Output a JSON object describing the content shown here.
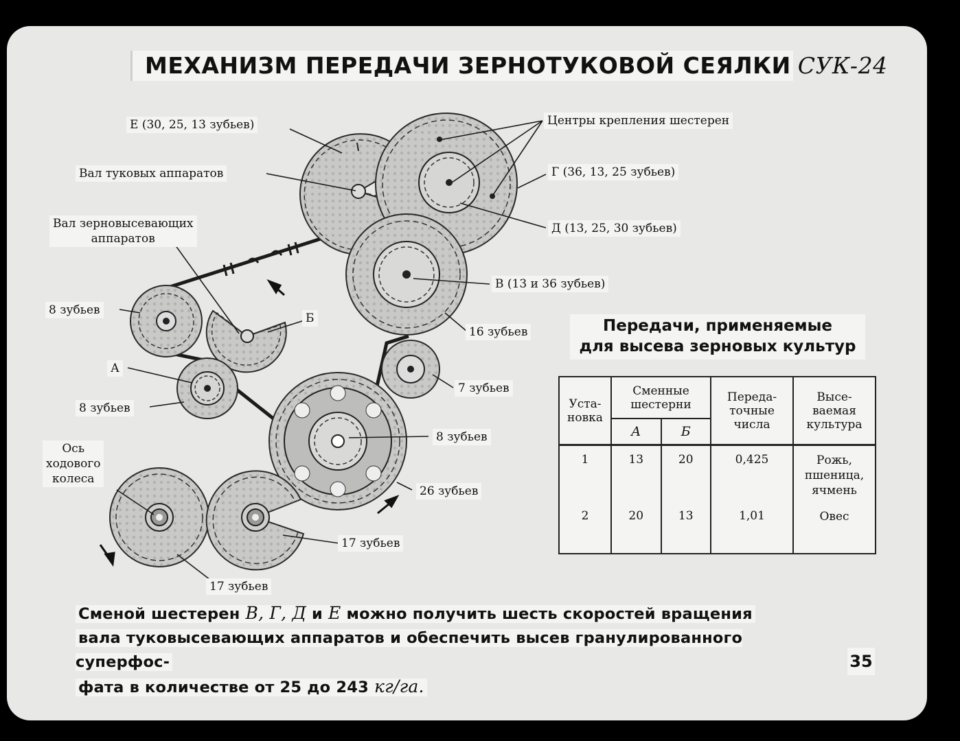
{
  "title": {
    "main": "МЕХАНИЗМ ПЕРЕДАЧИ ЗЕРНОТУКОВОЙ СЕЯЛКИ",
    "model": "СУК-24"
  },
  "labels": {
    "gear_e": "Е (30, 25, 13 зубьев)",
    "fertilizer_shaft": "Вал туковых аппаратов",
    "seed_shaft_line1": "Вал зерновысевающих",
    "seed_shaft_line2": "аппаратов",
    "centers": "Центры крепления шестерен",
    "gear_g": "Г (36, 13, 25 зубьев)",
    "gear_d": "Д (13, 25, 30 зубьев)",
    "gear_v": "В (13 и 36 зубьев)",
    "teeth_16": "16 зубьев",
    "teeth_8_top": "8 зубьев",
    "gear_b": "Б",
    "gear_a": "А",
    "teeth_8_left": "8 зубьев",
    "teeth_7": "7 зубьев",
    "teeth_8_mid": "8 зубьев",
    "axle_line1": "Ось",
    "axle_line2": "ходового",
    "axle_line3": "колеса",
    "teeth_26": "26 зубьев",
    "teeth_17_right": "17 зубьев",
    "teeth_17_bottom": "17 зубьев"
  },
  "table": {
    "title_line1": "Передачи, применяемые",
    "title_line2": "для высева зерновых культур",
    "headers": {
      "setting_line1": "Уста-",
      "setting_line2": "новка",
      "gears_line1": "Сменные",
      "gears_line2": "шестерни",
      "ratio_line1": "Переда-",
      "ratio_line2": "точные",
      "ratio_line3": "числа",
      "crop_line1": "Высе-",
      "crop_line2": "ваемая",
      "crop_line3": "культура",
      "a": "А",
      "b": "Б"
    },
    "rows": [
      {
        "setting": "1",
        "a": "13",
        "b": "20",
        "ratio": "0,425",
        "crop_line1": "Рожь,",
        "crop_line2": "пшеница,",
        "crop_line3": "ячмень"
      },
      {
        "setting": "2",
        "a": "20",
        "b": "13",
        "ratio": "1,01",
        "crop_line1": "Овес"
      }
    ]
  },
  "bottom": {
    "l1a": "Сменой шестерен",
    "l1b": "В, Г, Д",
    "l1c": "и",
    "l1d": "Е",
    "l1e": "можно получить шесть скоростей вращения",
    "l2": "вала туковысевающих аппаратов и обеспечить высев гранулированного суперфос-",
    "l3a": "фата в количестве от 25 до 243",
    "l3b": "кг/га."
  },
  "page_number": "35"
}
